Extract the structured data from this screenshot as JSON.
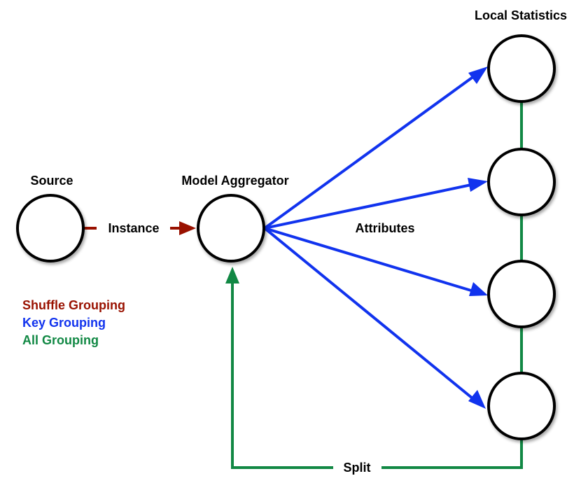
{
  "colors": {
    "shuffle": "#991100",
    "key": "#1133ee",
    "all": "#118844"
  },
  "labels": {
    "source": "Source",
    "model_aggregator": "Model Aggregator",
    "local_statistics": "Local Statistics",
    "instance": "Instance",
    "attributes": "Attributes",
    "split": "Split"
  },
  "legend": {
    "shuffle": "Shuffle Grouping",
    "key": "Key Grouping",
    "all": "All Grouping"
  }
}
